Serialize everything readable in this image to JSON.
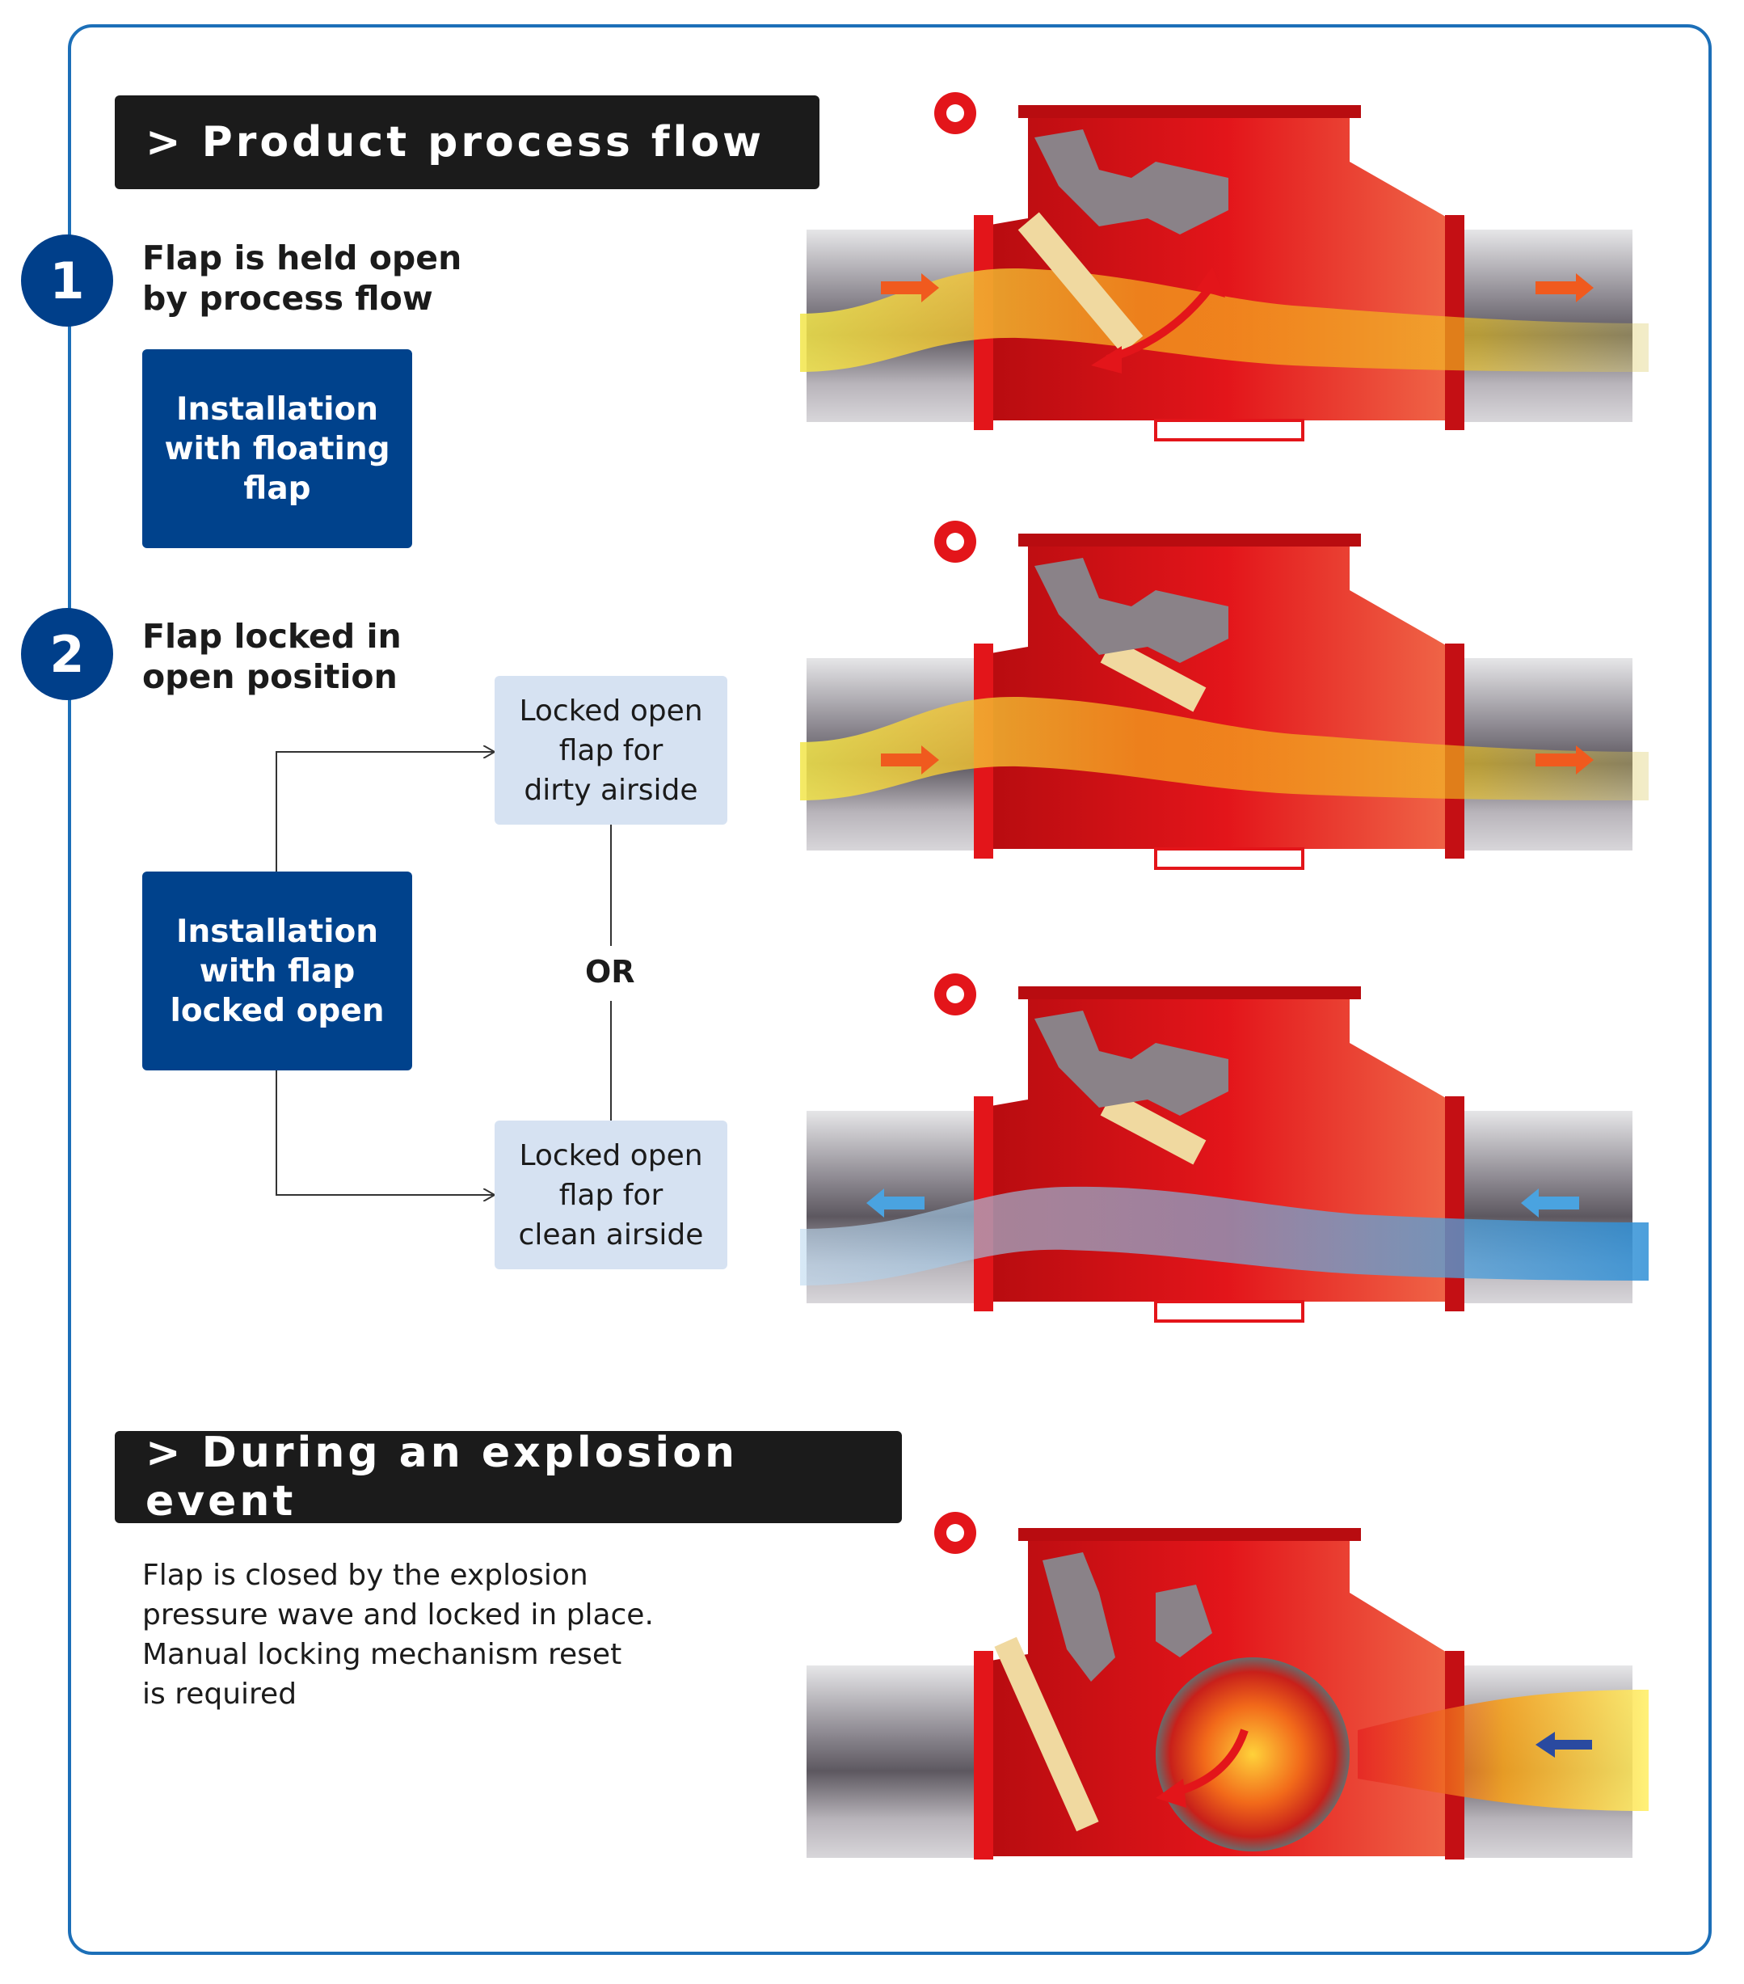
{
  "section1": {
    "header": "> Product process flow"
  },
  "step1": {
    "number": "1",
    "title_line1": "Flap is held open",
    "title_line2": "by process flow",
    "box_lines": [
      "Installation",
      "with floating",
      "flap"
    ]
  },
  "step2": {
    "number": "2",
    "title_line1": "Flap locked in",
    "title_line2": "open position",
    "box_lines": [
      "Installation",
      "with flap",
      "locked open"
    ],
    "option_dirty_lines": [
      "Locked open",
      "flap for",
      "dirty airside"
    ],
    "or_label": "OR",
    "option_clean_lines": [
      "Locked open",
      "flap for",
      "clean airside"
    ]
  },
  "section2": {
    "header": "> During an explosion event",
    "desc_lines": [
      "Flap is closed by the explosion",
      "pressure wave and locked in place.",
      "Manual locking mechanism reset",
      "is required"
    ]
  },
  "colors": {
    "frame": "#1c6fb8",
    "header_bg": "#1b1b1b",
    "number_circle": "#003f8a",
    "dark_box": "#00428c",
    "light_box": "#d6e2f2",
    "valve_red": "#e3151a",
    "dirty_flow": "#f2c81e",
    "clean_flow": "#4aa3e0"
  }
}
